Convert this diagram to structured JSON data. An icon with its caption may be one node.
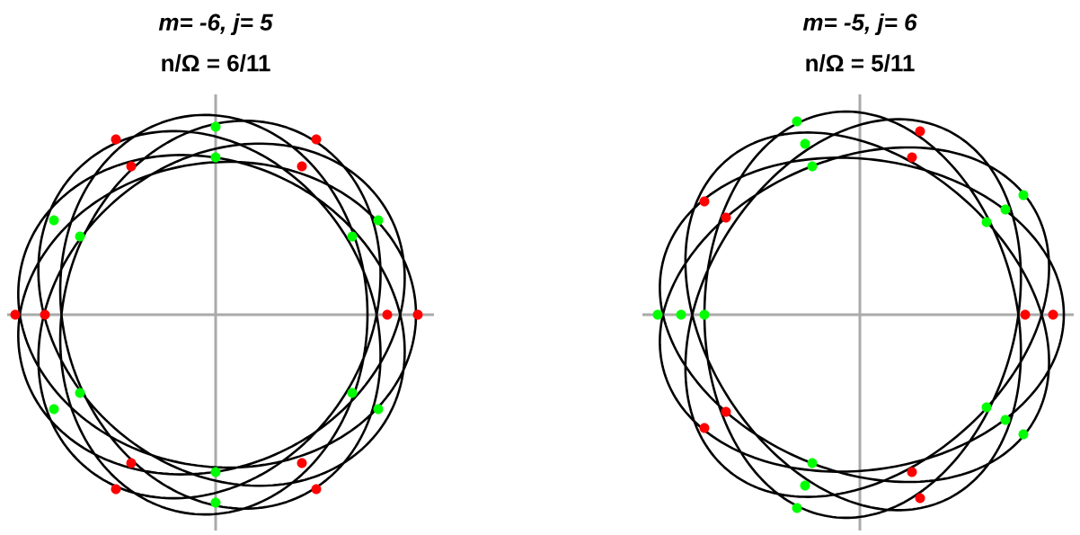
{
  "diagram": {
    "labels": [
      "m= -6, j= 5",
      "n/Ω = 6/11",
      "m= -5, j= 6",
      "n/Ω = 5/11"
    ]
  }
}
